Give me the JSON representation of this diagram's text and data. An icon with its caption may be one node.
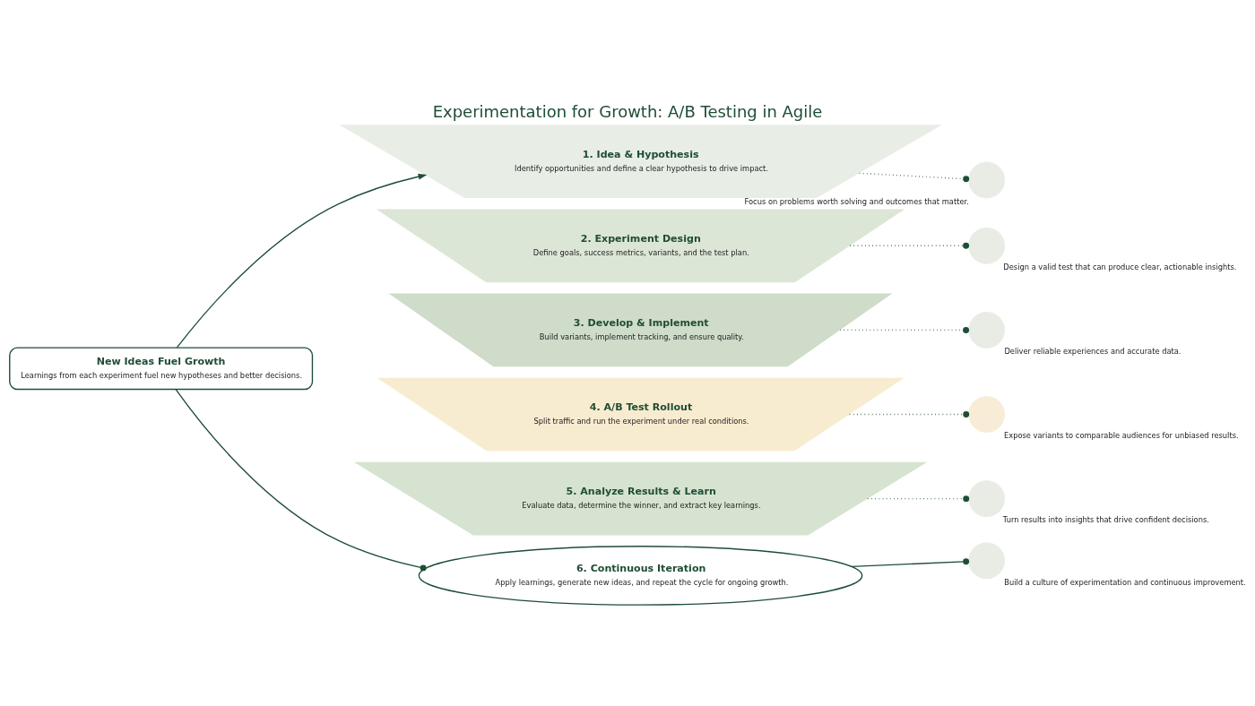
{
  "diagram": {
    "title": "Experimentation for Growth: A/B Testing in Agile",
    "nodes": [
      {
        "text": [
          "New Ideas Fuel Growth",
          "Learnings from each experiment fuel new hypotheses and better decisions."
        ]
      },
      {
        "text": [
          "1. Idea & Hypothesis",
          "Identify opportunities and define a clear hypothesis to drive impact."
        ]
      },
      {
        "text": [
          "2. Experiment Design",
          "Define goals, success metrics, variants, and the test plan."
        ]
      },
      {
        "text": [
          "3. Develop & Implement",
          "Build variants, implement tracking, and ensure quality."
        ]
      },
      {
        "text": [
          "4. A/B Test Rollout",
          "Split traffic and run the experiment under real conditions."
        ]
      },
      {
        "text": [
          "5. Analyze Results & Learn",
          "Evaluate data, determine the winner, and extract key learnings."
        ]
      },
      {
        "text": [
          "6. Continuous Iteration",
          "Apply learnings, generate new ideas, and repeat the cycle for ongoing growth."
        ]
      },
      {
        "text": [],
        "shape": "circle",
        "beside": [
          "Focus on problems worth solving and outcomes that matter."
        ]
      },
      {
        "text": [],
        "shape": "circle",
        "beside": [
          "Design a valid test that can produce clear, actionable insights."
        ]
      },
      {
        "text": [],
        "shape": "circle",
        "beside": [
          "Deliver reliable experiences and accurate data."
        ]
      },
      {
        "text": [],
        "shape": "circle",
        "beside": [
          "Expose variants to comparable audiences for unbiased results."
        ]
      },
      {
        "text": [],
        "shape": "circle",
        "beside": [
          "Turn results into insights that drive confident decisions."
        ]
      },
      {
        "text": [],
        "shape": "circle",
        "beside": [
          "Build a culture of experimentation and continuous improvement."
        ]
      }
    ],
    "edges": [
      {
        "from": 0,
        "to": 1,
        "arrow": "to"
      },
      {
        "from": 0,
        "to": 6,
        "arrow": "other"
      },
      {
        "from": 1,
        "to": 7,
        "arrow": "other",
        "style": "dashed"
      },
      {
        "from": 2,
        "to": 8,
        "arrow": "other",
        "style": "dashed"
      },
      {
        "from": 3,
        "to": 9,
        "arrow": "other",
        "style": "dashed"
      },
      {
        "from": 4,
        "to": 10,
        "arrow": "other",
        "style": "dashed"
      },
      {
        "from": 5,
        "to": 11,
        "arrow": "other",
        "style": "dashed"
      },
      {
        "from": 6,
        "to": 12,
        "arrow": "other"
      }
    ]
  }
}
